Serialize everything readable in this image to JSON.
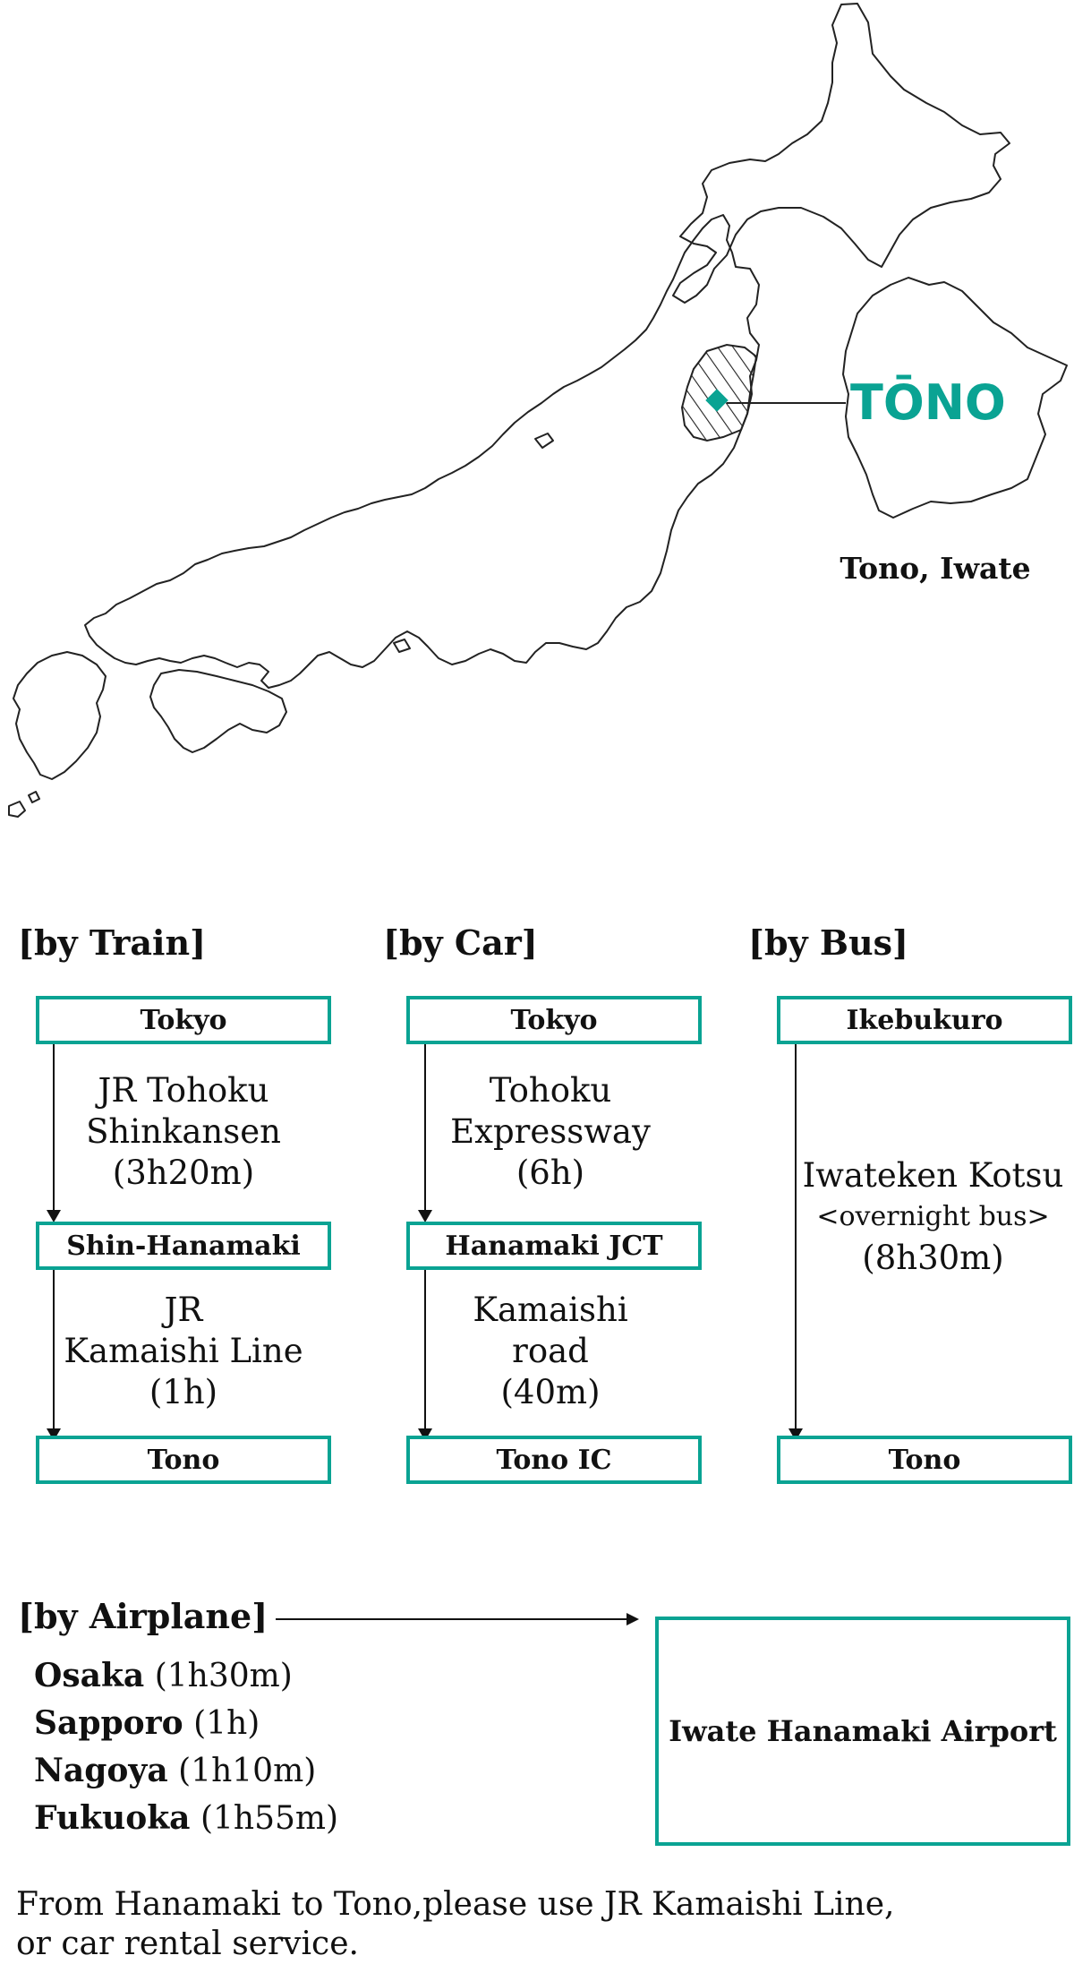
{
  "map": {
    "title": "TŌNO",
    "caption": "Tono, Iwate",
    "accent_color": "#0aa393",
    "regions": [
      "hokkaido-outline",
      "honshu-outline",
      "shikoku-outline",
      "kyushu-outline",
      "iwate-prefecture-hatched",
      "tono-city-detail"
    ]
  },
  "routes": {
    "train": {
      "title": "[by Train]",
      "stations": [
        "Tokyo",
        "Shin-Hanamaki",
        "Tono"
      ],
      "legs": [
        [
          "JR Tohoku",
          "Shinkansen",
          "(3h20m)"
        ],
        [
          "JR",
          "Kamaishi Line",
          "(1h)"
        ]
      ]
    },
    "car": {
      "title": "[by Car]",
      "stations": [
        "Tokyo",
        "Hanamaki JCT",
        "Tono IC"
      ],
      "legs": [
        [
          "Tohoku",
          "Expressway",
          "(6h)"
        ],
        [
          "Kamaishi",
          "road",
          "(40m)"
        ]
      ]
    },
    "bus": {
      "title": "[by Bus]",
      "stations": [
        "Ikebukuro",
        "Tono"
      ],
      "legs": [
        [
          "Iwateken Kotsu",
          "<overnight bus>",
          "(8h30m)"
        ]
      ]
    },
    "airplane": {
      "title": "[by Airplane]",
      "flights": [
        {
          "city": "Osaka",
          "time": "(1h30m)"
        },
        {
          "city": "Sapporo",
          "time": "(1h)"
        },
        {
          "city": "Nagoya",
          "time": "(1h10m)"
        },
        {
          "city": "Fukuoka",
          "time": "(1h55m)"
        }
      ],
      "destination": "Iwate Hanamaki Airport"
    }
  },
  "footer": {
    "line1": "From Hanamaki to Tono,please use JR Kamaishi Line,",
    "line2": "or car rental service."
  }
}
